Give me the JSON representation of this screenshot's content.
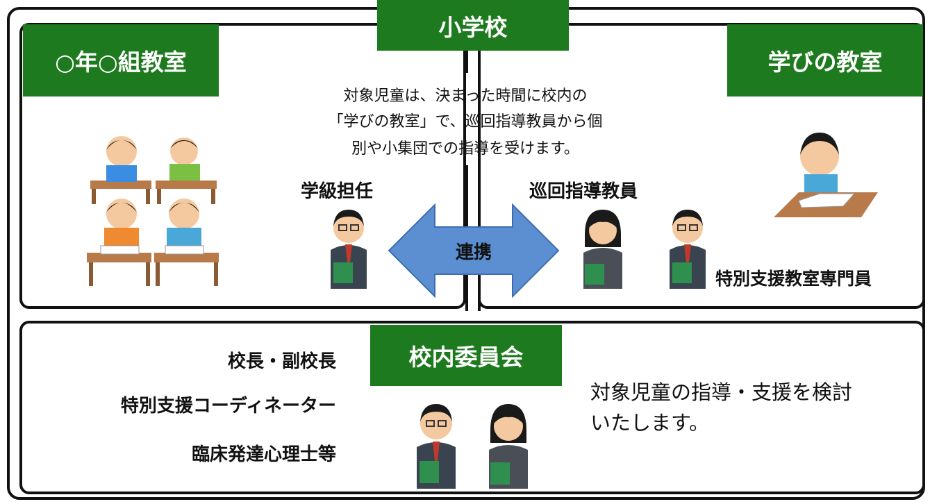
{
  "school_title": "小学校",
  "classroom_title": "○年○組教室",
  "resource_room_title": "学びの教室",
  "description_lines": [
    "対象児童は、決まった時間に校内の",
    "「学びの教室」で、巡回指導教員から個",
    "別や小集団での指導を受けます。"
  ],
  "homeroom_teacher_label": "学級担任",
  "itinerant_teacher_label": "巡回指導教員",
  "collaboration_label": "連携",
  "special_support_specialist_label": "特別支援教室専門員",
  "committee": {
    "title": "校内委員会",
    "members": [
      "校長・副校長",
      "特別支援コーディネーター",
      "臨床発達心理士等"
    ],
    "description_lines": [
      "対象児童の指導・支援を検討",
      "いたします。"
    ]
  },
  "colors": {
    "label_green": "#1e7a1e",
    "arrow_blue": "#5b8fd1",
    "frame": "#111111"
  }
}
